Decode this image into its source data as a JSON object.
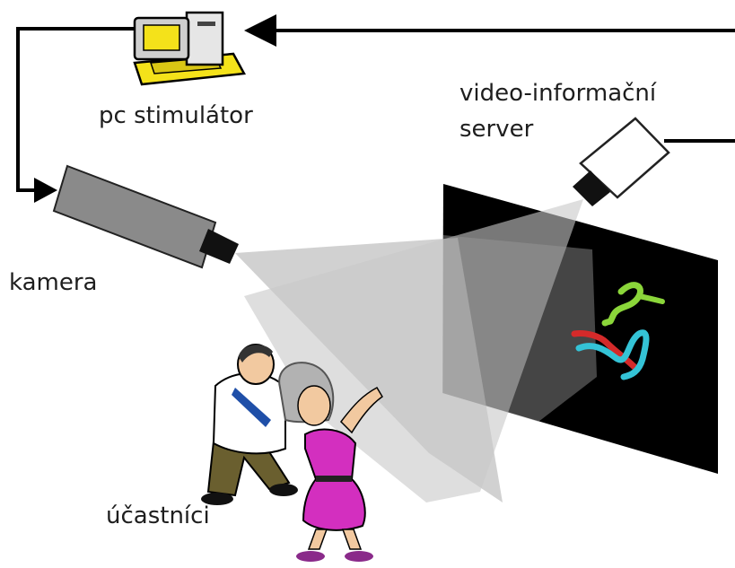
{
  "labels": {
    "pc": "pc stimulátor",
    "server_line1": "video-informační",
    "server_line2": "server",
    "camera": "kamera",
    "participants": "účastníci"
  },
  "colors": {
    "wire": "#000000",
    "screen": "#000000",
    "beam": "#bdbdbd",
    "camera_body": "#8a8a8a",
    "computer_yellow": "#f4e21a",
    "stroke_green": "#8bd63a",
    "stroke_red": "#d42a2a",
    "stroke_cyan": "#34c3d6",
    "dress_magenta": "#d32fbf"
  },
  "icons": [
    "computer-icon",
    "camera-icon",
    "projector-icon",
    "participants-icon"
  ]
}
